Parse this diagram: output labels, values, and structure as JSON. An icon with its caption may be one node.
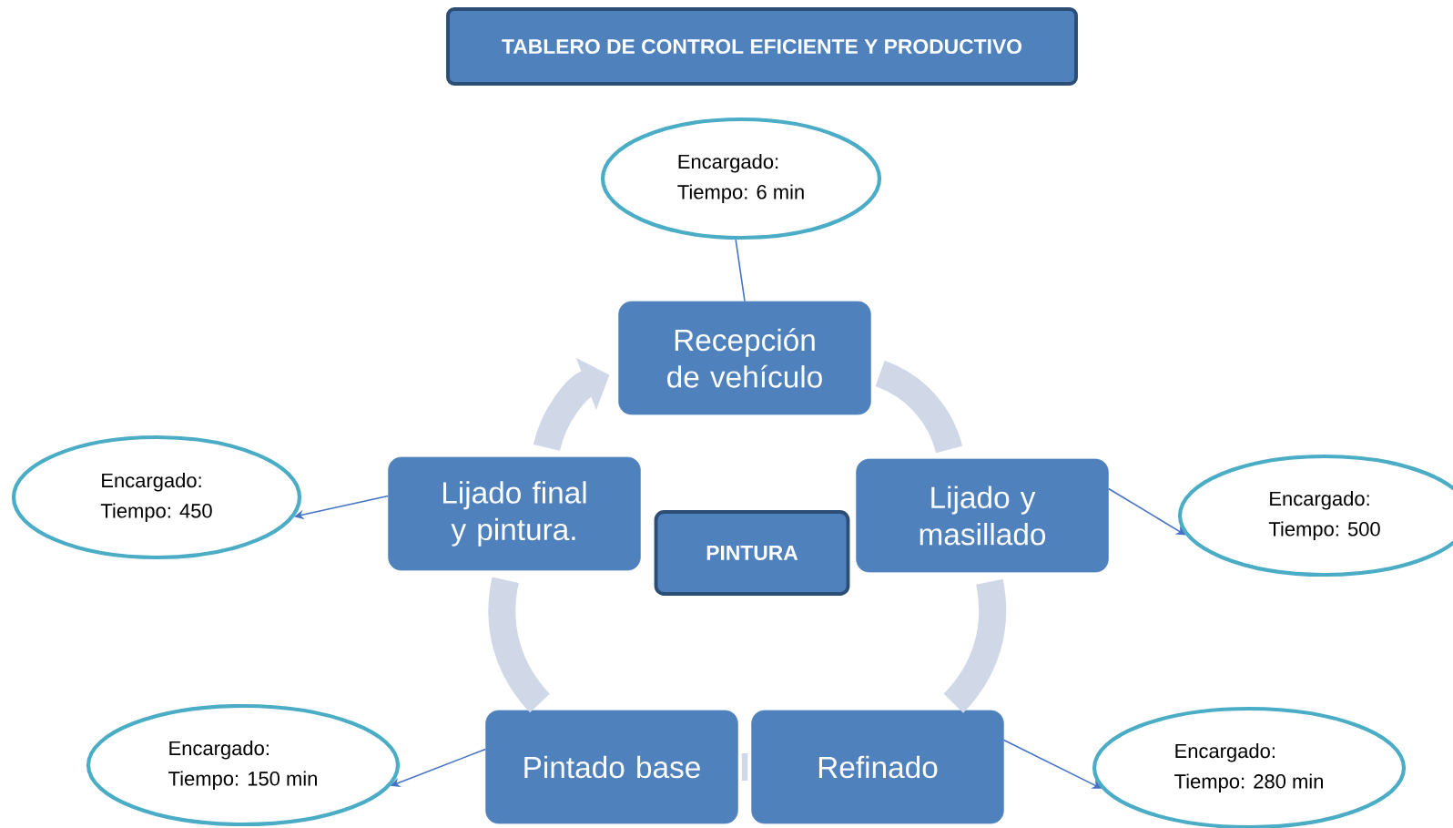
{
  "diagram": {
    "nodes": [
      {
        "text": [
          "TABLERO DE CONTROL EFICIENTE Y PRODUCTIVO"
        ]
      },
      {
        "text": [
          "Encargado:",
          "Tiempo: 6 min"
        ]
      },
      {
        "text": [
          "Recepción de vehículo"
        ]
      },
      {
        "text": [
          "Encargado:",
          "Tiempo: 450"
        ]
      },
      {
        "text": [
          "Lijado final y pintura."
        ]
      },
      {
        "text": [
          "PINTURA"
        ]
      },
      {
        "text": [
          "Lijado y masillado"
        ]
      },
      {
        "text": [
          "Encargado:",
          "Tiempo: 500"
        ]
      },
      {
        "text": [
          "Encargado:",
          "Tiempo: 150 min"
        ]
      },
      {
        "text": [
          "Pintado base"
        ]
      },
      {
        "text": [
          "Refinado"
        ]
      },
      {
        "text": [
          "Encargado:",
          "Tiempo: 280 min"
        ]
      }
    ],
    "edges": [
      {
        "from": 2,
        "to": 6,
        "arrow": "none",
        "style": "thick",
        "color": "#d0d8e8"
      },
      {
        "from": 6,
        "to": 10,
        "arrow": "none",
        "style": "thick",
        "color": "#d0d8e8"
      },
      {
        "from": 10,
        "to": 9,
        "arrow": "none",
        "style": "thick",
        "color": "#d0d8e8"
      },
      {
        "from": 9,
        "to": 4,
        "arrow": "none",
        "style": "thick",
        "color": "#d0d8e8"
      },
      {
        "from": 4,
        "to": 2,
        "arrow": "to",
        "style": "thick",
        "color": "#d0d8e8"
      },
      {
        "from": 2,
        "to": 1,
        "arrow": "none",
        "color": "#4472c4"
      },
      {
        "from": 4,
        "to": 3,
        "arrow": "to",
        "color": "#4472c4"
      },
      {
        "from": 6,
        "to": 7,
        "arrow": "to",
        "color": "#4472c4"
      },
      {
        "from": 9,
        "to": 8,
        "arrow": "to",
        "color": "#4472c4"
      },
      {
        "from": 10,
        "to": 11,
        "arrow": "to",
        "color": "#4472c4"
      }
    ]
  }
}
